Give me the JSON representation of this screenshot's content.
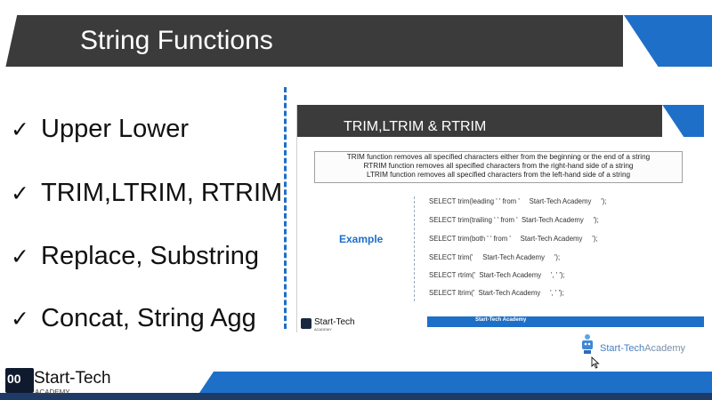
{
  "title": "String Functions",
  "bullets": [
    {
      "icon": "check-icon",
      "label": "Upper Lower"
    },
    {
      "icon": "check-icon",
      "label": "TRIM,LTRIM, RTRIM"
    },
    {
      "icon": "check-icon",
      "label": "Replace, Substring"
    },
    {
      "icon": "check-icon",
      "label": "Concat, String Agg"
    }
  ],
  "slide": {
    "title": "TRIM,LTRIM & RTRIM",
    "description": [
      "TRIM function removes all specified characters either from the beginning or the end of a string",
      "RTRIM function removes all specified characters from the right-hand side of a string",
      "LTRIM function removes all specified characters from the left-hand side of a string"
    ],
    "example_label": "Example",
    "sql_examples": [
      "SELECT trim(leading ' ' from '     Start-Tech Academy     ');",
      "SELECT trim(trailing ' ' from '  Start-Tech Academy     ');",
      "SELECT trim(both ' ' from '     Start-Tech Academy     ');",
      "SELECT trim('     Start-Tech Academy     ');",
      "SELECT rtrim('  Start-Tech Academy     ', ' ');",
      "SELECT ltrim('  Start-Tech Academy     ', ' ');"
    ],
    "footer_text": "Start-Tech Academy",
    "logo_text": "Start-Tech",
    "logo_subtext": "ACADEMY"
  },
  "watermark": {
    "text_part1": "Start-Tech",
    "text_part2": "Academy"
  },
  "corner_logo": {
    "glyph": "00",
    "text": "Start-Tech",
    "subtext": "ACADEMY"
  },
  "colors": {
    "accent": "#1e6fc8",
    "dark": "#3b3b3b"
  }
}
